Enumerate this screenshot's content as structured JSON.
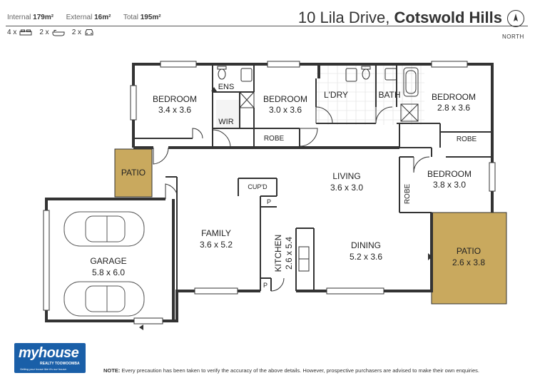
{
  "header": {
    "internal_label": "Internal",
    "internal_value": "179m²",
    "external_label": "External",
    "external_value": "16m²",
    "total_label": "Total",
    "total_value": "195m²",
    "address_street": "10 Lila Drive,",
    "address_locality": "Cotswold Hills",
    "compass_label": "NORTH"
  },
  "counts": [
    {
      "value": "4 x",
      "icon": "bed-icon"
    },
    {
      "value": "2 x",
      "icon": "bath-icon"
    },
    {
      "value": "2 x",
      "icon": "car-icon"
    }
  ],
  "rooms": {
    "bedroom1": {
      "name": "BEDROOM",
      "size": "3.4 x 3.6"
    },
    "ens": "ENS",
    "wir": "WIR",
    "bedroom2": {
      "name": "BEDROOM",
      "size": "3.0 x 3.6"
    },
    "robe": "ROBE",
    "ldry": "L'DRY",
    "bath": "BATH",
    "bedroom3": {
      "name": "BEDROOM",
      "size": "2.8 x 3.6"
    },
    "bedroom4": {
      "name": "BEDROOM",
      "size": "3.8 x 3.0"
    },
    "patio_small": "PATIO",
    "patio_large": {
      "name": "PATIO",
      "size": "2.6 x 3.8"
    },
    "living": {
      "name": "LIVING",
      "size": "3.6 x 3.0"
    },
    "cupd": "CUP'D",
    "pantry": "P",
    "family": {
      "name": "FAMILY",
      "size": "3.6 x 5.2"
    },
    "kitchen": {
      "name": "KITCHEN",
      "size": "2.6 x 5.4"
    },
    "dining": {
      "name": "DINING",
      "size": "5.2 x 3.6"
    },
    "garage": {
      "name": "GARAGE",
      "size": "5.8 x 6.0"
    }
  },
  "logo": {
    "brand": "myhouse",
    "sub": "REALTY TOOWOOMBA",
    "tagline": "Selling your house like it's our house."
  },
  "footer": {
    "note_label": "NOTE:",
    "note_text": "Every precaution has been taken to verify the accuracy of the above details. However, prospective purchasers are advised to make their own enquiries."
  },
  "colors": {
    "patio_fill": "#c9a95e",
    "wall": "#333333",
    "logo_bg": "#1a5fa8"
  }
}
